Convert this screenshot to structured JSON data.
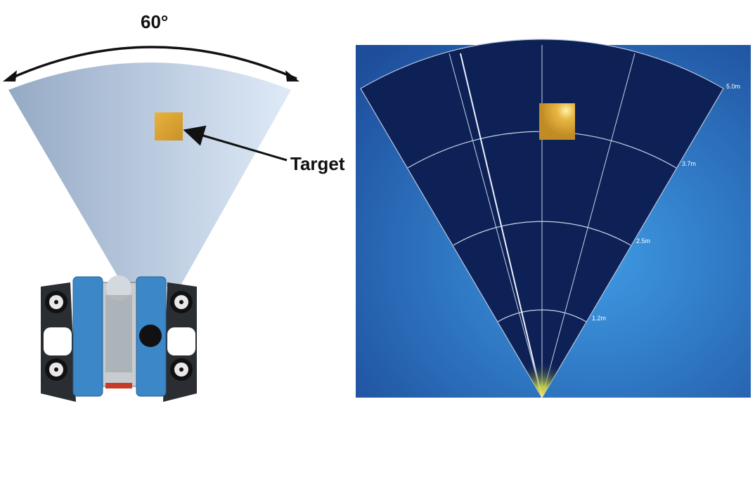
{
  "left_panel": {
    "fov_label": "60°",
    "target_label": "Target"
  },
  "sonar_panel": {
    "range_labels": [
      "5.0m",
      "3.7m",
      "2.5m",
      "1.2m"
    ]
  },
  "colors": {
    "fov_cone": "#a9b9d2",
    "target": "#d9a635",
    "sonar_bg": "#2f79cc",
    "sonar_fan": "#0d2157",
    "rov_body": "#3c87c7"
  }
}
